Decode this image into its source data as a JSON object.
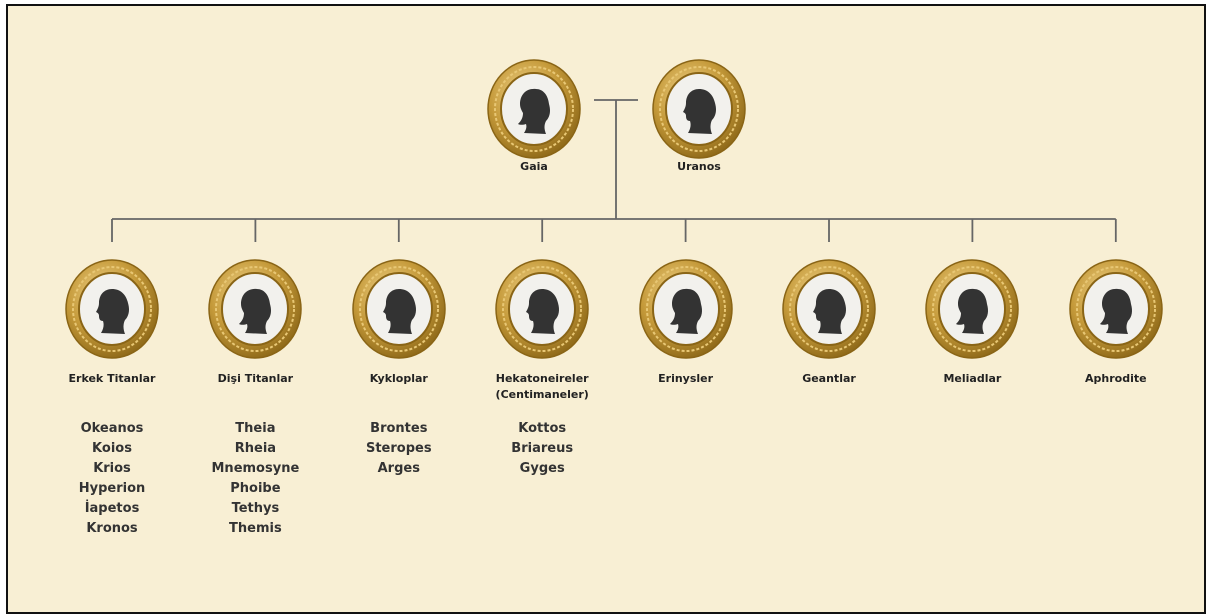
{
  "colors": {
    "background": "#f8efd4",
    "frame_gold": "#c59a3a",
    "frame_dark": "#8a6516",
    "cameo": "#f2f1ed",
    "silhouette": "#333333",
    "line": "#666666"
  },
  "parents": [
    {
      "name": "Gaia",
      "icon": "female-silhouette-icon"
    },
    {
      "name": "Uranos",
      "icon": "male-silhouette-icon"
    }
  ],
  "children": [
    {
      "name": "Erkek Titanlar",
      "icon": "male-silhouette-icon",
      "members": [
        "Okeanos",
        "Koios",
        "Krios",
        "Hyperion",
        "İapetos",
        "Kronos"
      ]
    },
    {
      "name": "Dişi Titanlar",
      "icon": "female-silhouette-icon",
      "members": [
        "Theia",
        "Rheia",
        "Mnemosyne",
        "Phoibe",
        "Tethys",
        "Themis"
      ]
    },
    {
      "name": "Kykloplar",
      "icon": "male-silhouette-icon",
      "members": [
        "Brontes",
        "Steropes",
        "Arges"
      ]
    },
    {
      "name": "Hekatoneireler",
      "subname": "(Centimaneler)",
      "icon": "male-silhouette-icon",
      "members": [
        "Kottos",
        "Briareus",
        "Gyges"
      ]
    },
    {
      "name": "Erinysler",
      "icon": "female-silhouette-icon",
      "members": []
    },
    {
      "name": "Geantlar",
      "icon": "male-silhouette-icon",
      "members": []
    },
    {
      "name": "Meliadlar",
      "icon": "female-silhouette-icon",
      "members": []
    },
    {
      "name": "Aphrodite",
      "icon": "female-silhouette-icon",
      "members": []
    }
  ]
}
